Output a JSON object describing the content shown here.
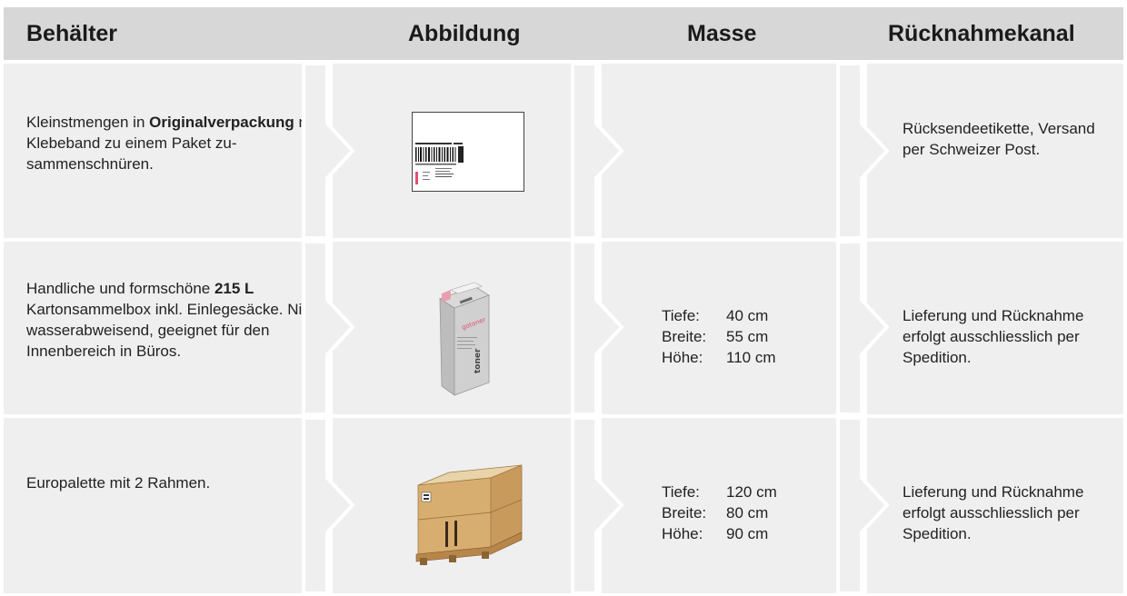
{
  "header": {
    "col1": "Behälter",
    "col2": "Abbildung",
    "col3": "Masse",
    "col4": "Rücknahmekanal"
  },
  "rows": [
    {
      "desc_pre": "Kleinstmengen in ",
      "desc_bold": "Originalverpackung",
      "desc_post": " mit Klebeband zu einem Paket zu-sammenschnüren.",
      "image": "parcel-label-icon",
      "dims": [],
      "channel": "Rücksendeetikette, Versand per Schweizer Post."
    },
    {
      "desc_pre": "Handliche und formschöne ",
      "desc_bold": "215 L",
      "desc_post": " Kartonsammelbox inkl. Einlegesäcke. Nicht wasserabweisend, geeignet für den Innenbereich in Büros.",
      "image": "cardboard-box-icon",
      "box_text1": "gotoner",
      "box_text2": "toner",
      "dims": [
        {
          "label": "Tiefe:",
          "value": "40 cm"
        },
        {
          "label": "Breite:",
          "value": "55 cm"
        },
        {
          "label": "Höhe:",
          "value": "110 cm"
        }
      ],
      "channel": "Lieferung und Rücknahme erfolgt ausschliesslich per Spedition."
    },
    {
      "desc_pre": "Europalette mit 2 Rahmen.",
      "desc_bold": "",
      "desc_post": "",
      "image": "pallet-crate-icon",
      "dims": [
        {
          "label": "Tiefe:",
          "value": "120 cm"
        },
        {
          "label": "Breite:",
          "value": "80 cm"
        },
        {
          "label": "Höhe:",
          "value": "90 cm"
        }
      ],
      "channel": "Lieferung und Rücknahme erfolgt ausschliesslich per Spedition."
    }
  ]
}
